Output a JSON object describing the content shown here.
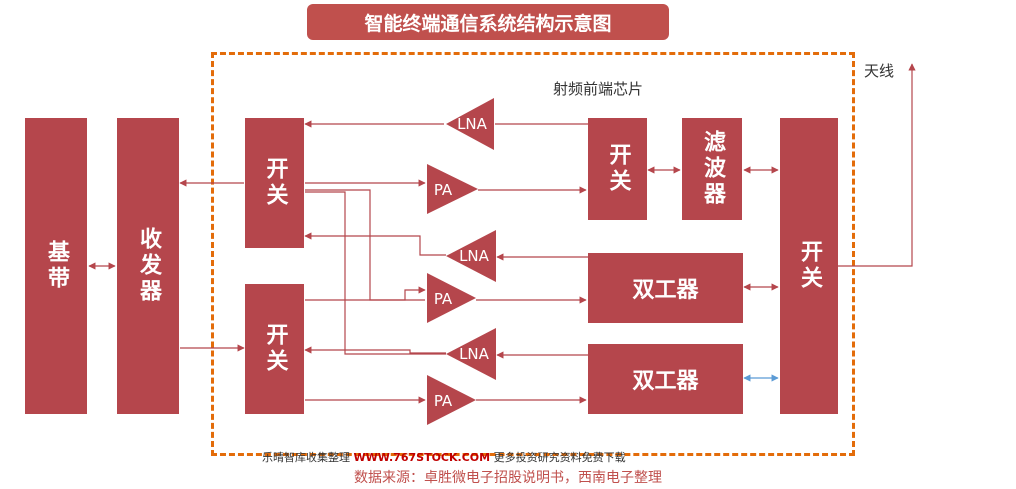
{
  "title": "智能终端通信系统结构示意图",
  "chip_label": "射频前端芯片",
  "antenna_label": "天线",
  "blocks": {
    "baseband": "基带",
    "transceiver": "收发器",
    "switch_top": "开关",
    "switch_bottom": "开关",
    "switch_mid": "开关",
    "filter": "滤波器",
    "switch_right": "开关",
    "duplexer_1": "双工器",
    "duplexer_2": "双工器"
  },
  "amplifiers": {
    "lna_1": "LNA",
    "pa_1": "PA",
    "lna_2": "LNA",
    "pa_2": "PA",
    "lna_3": "LNA",
    "pa_3": "PA"
  },
  "footer": {
    "prefix": "乐晴智库收集整理 ",
    "site": "WWW.767STOCK.COM",
    "suffix": " 更多投资研究资料免费下载",
    "source": "数据来源：卓胜微电子招股说明书，西南电子整理"
  },
  "colors": {
    "block": "#b5464c",
    "frame": "#e36c0a",
    "wire": "#b5464c",
    "highlight_arrow": "#5b9bd5"
  }
}
